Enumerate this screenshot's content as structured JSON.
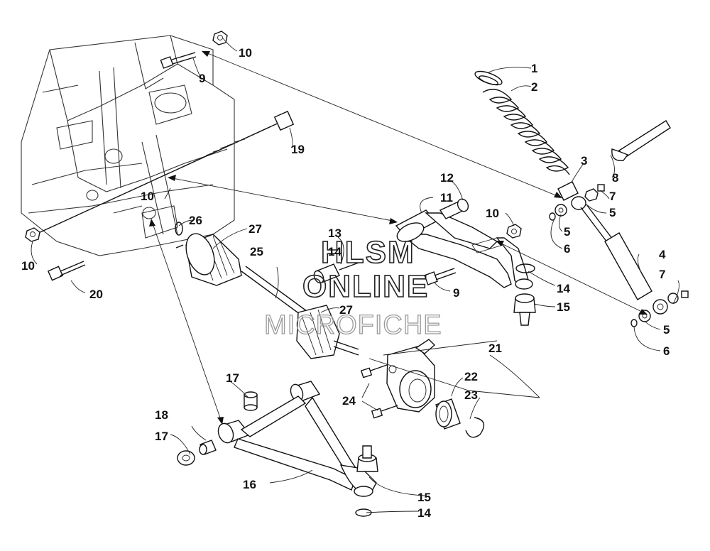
{
  "watermark": {
    "line1": "HLSM",
    "line2": "ONLINE",
    "line3": "MICROFICHE"
  },
  "callouts": [
    {
      "id": "c1",
      "text": "1"
    },
    {
      "id": "c2",
      "text": "2"
    },
    {
      "id": "c3",
      "text": "3"
    },
    {
      "id": "c4",
      "text": "4"
    },
    {
      "id": "c5a",
      "text": "5"
    },
    {
      "id": "c5b",
      "text": "5"
    },
    {
      "id": "c5c",
      "text": "5"
    },
    {
      "id": "c6a",
      "text": "6"
    },
    {
      "id": "c6b",
      "text": "6"
    },
    {
      "id": "c7a",
      "text": "7"
    },
    {
      "id": "c7b",
      "text": "7"
    },
    {
      "id": "c8",
      "text": "8"
    },
    {
      "id": "c9a",
      "text": "9"
    },
    {
      "id": "c9b",
      "text": "9"
    },
    {
      "id": "c10a",
      "text": "10"
    },
    {
      "id": "c10b",
      "text": "10"
    },
    {
      "id": "c10c",
      "text": "10"
    },
    {
      "id": "c10d",
      "text": "10"
    },
    {
      "id": "c11",
      "text": "11"
    },
    {
      "id": "c12",
      "text": "12"
    },
    {
      "id": "c13",
      "text": "13"
    },
    {
      "id": "c14a",
      "text": "14"
    },
    {
      "id": "c14b",
      "text": "14"
    },
    {
      "id": "c14c",
      "text": "14"
    },
    {
      "id": "c15a",
      "text": "15"
    },
    {
      "id": "c15b",
      "text": "15"
    },
    {
      "id": "c16",
      "text": "16"
    },
    {
      "id": "c17a",
      "text": "17"
    },
    {
      "id": "c17b",
      "text": "17"
    },
    {
      "id": "c18",
      "text": "18"
    },
    {
      "id": "c19",
      "text": "19"
    },
    {
      "id": "c20",
      "text": "20"
    },
    {
      "id": "c21",
      "text": "21"
    },
    {
      "id": "c22",
      "text": "22"
    },
    {
      "id": "c23",
      "text": "23"
    },
    {
      "id": "c24",
      "text": "24"
    },
    {
      "id": "c25",
      "text": "25"
    },
    {
      "id": "c26",
      "text": "26"
    },
    {
      "id": "c27a",
      "text": "27"
    },
    {
      "id": "c27b",
      "text": "27"
    }
  ]
}
